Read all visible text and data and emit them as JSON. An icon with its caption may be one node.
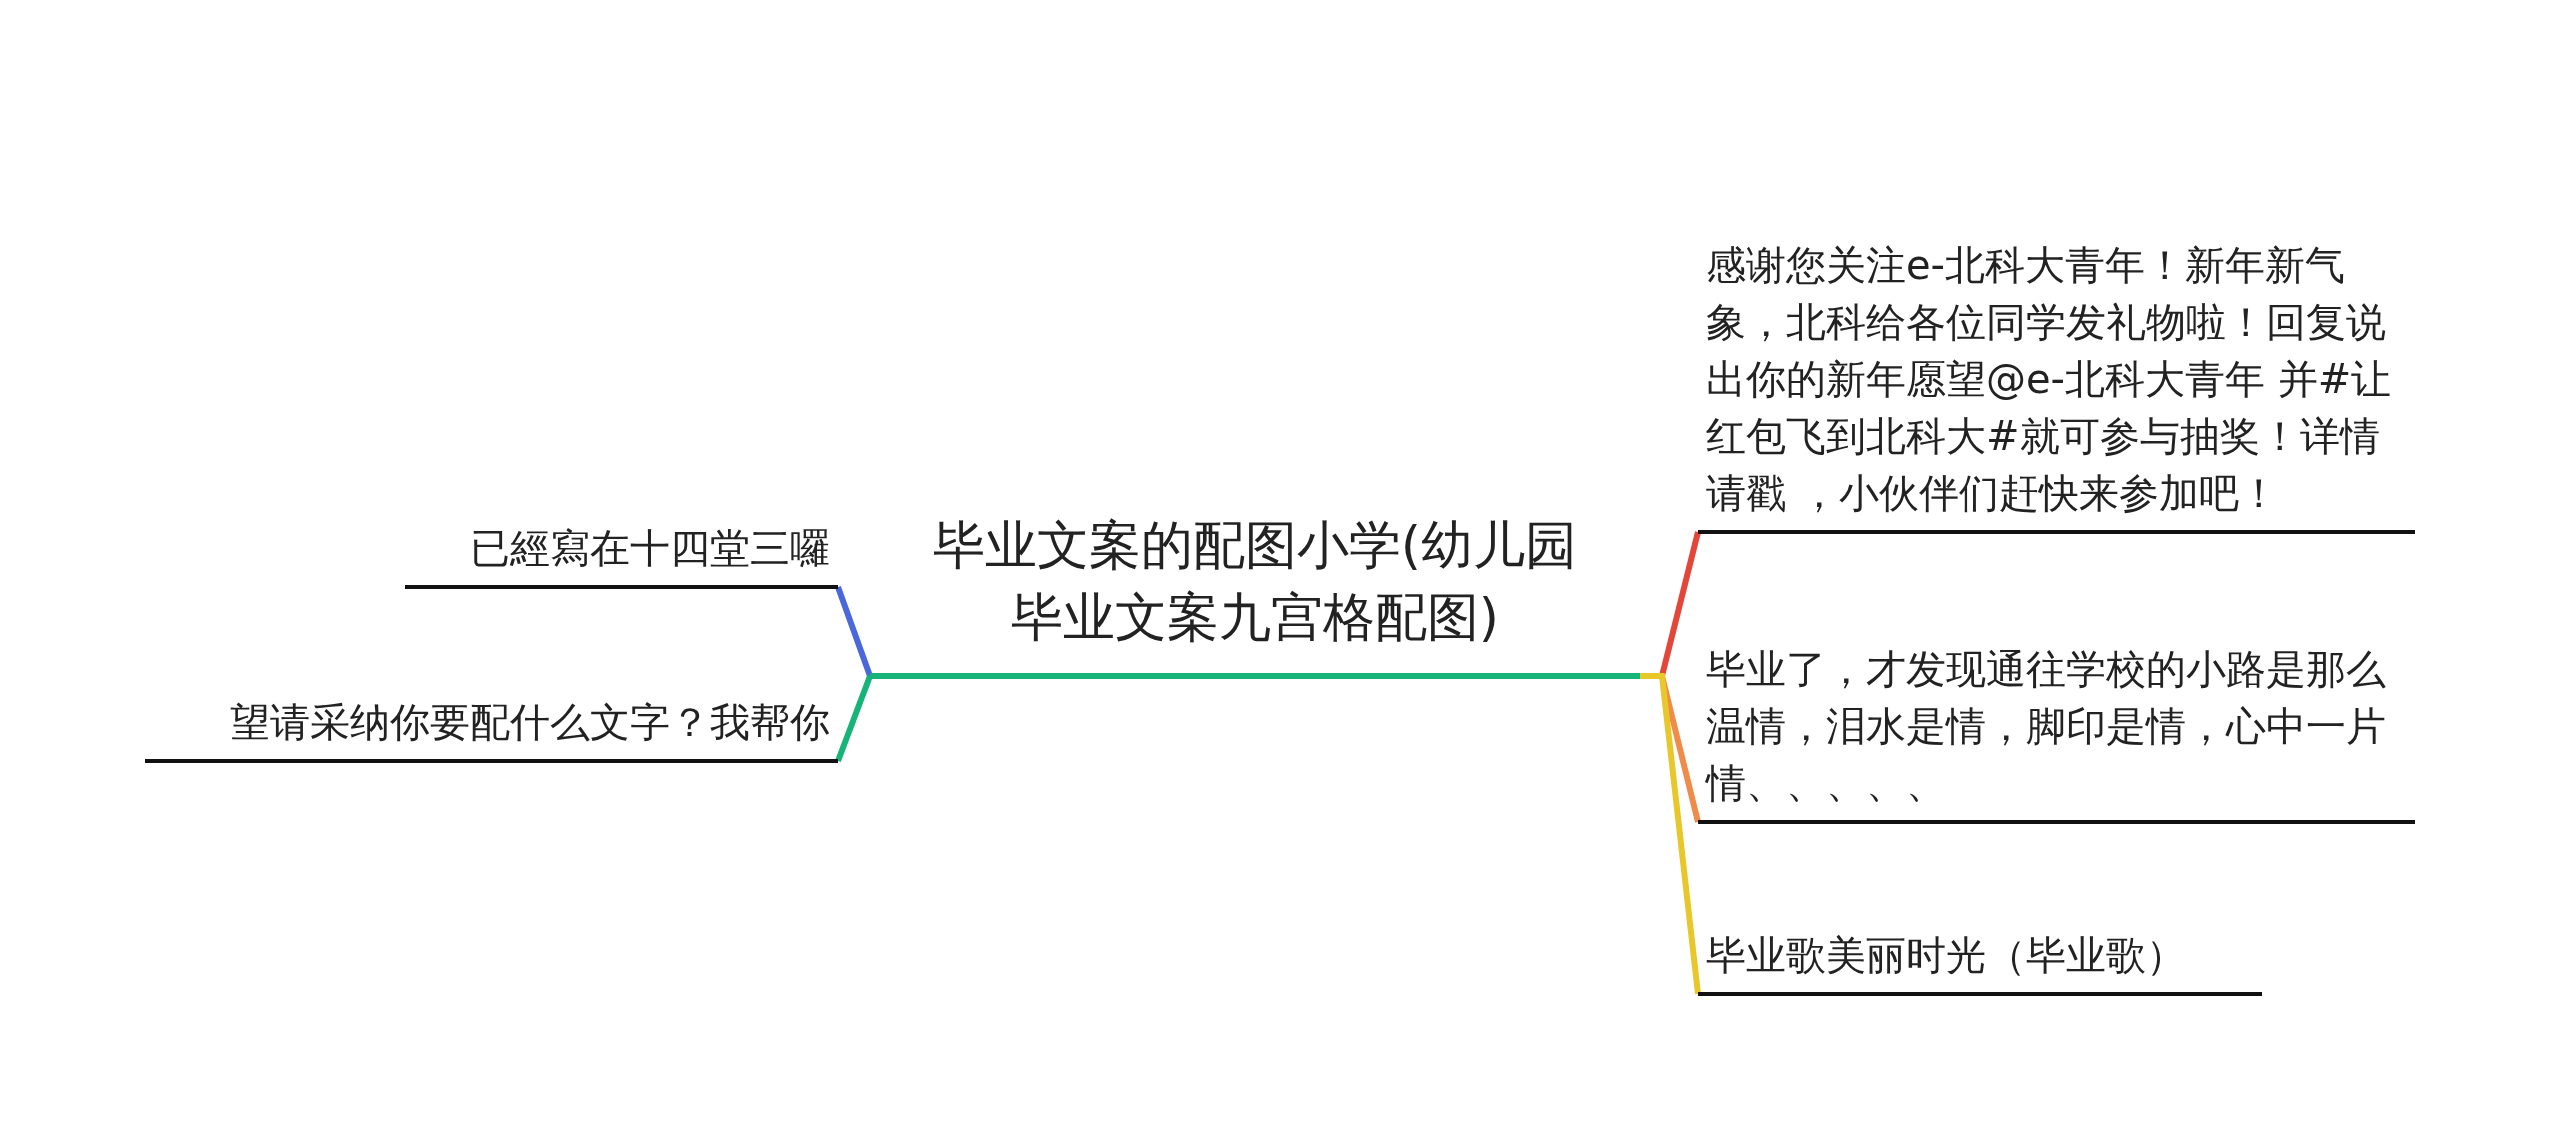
{
  "diagram": {
    "nodes": [
      {
        "text": [
          "毕业文案的配图小学(幼儿园毕业文案九宫格配图)"
        ]
      },
      {
        "text": [
          "已經寫在十四堂三囉"
        ]
      },
      {
        "text": [
          "望请采纳你要配什么文字？我帮你"
        ]
      },
      {
        "text": [
          "感谢您关注e-北科大青年！新年新气象，北科给各位同学发礼物啦！回复说出你的新年愿望@e-北科大青年 并#让红包飞到北科大#就可参与抽奖！详情请戳 ，小伙伴们赶快来参加吧！"
        ]
      },
      {
        "text": [
          "毕业了，才发现通往学校的小路是那么温情，泪水是情，脚印是情，心中一片情、、、、、"
        ]
      },
      {
        "text": [
          "毕业歌美丽时光（毕业歌）"
        ]
      }
    ],
    "edges": [
      {
        "from": 0,
        "to": 1,
        "arrow": "none",
        "color": "#4a68dc"
      },
      {
        "from": 0,
        "to": 2,
        "arrow": "none",
        "color": "#17b47a"
      },
      {
        "from": 0,
        "to": 3,
        "arrow": "none",
        "color": "#e4473a"
      },
      {
        "from": 0,
        "to": 4,
        "arrow": "none",
        "color": "#f08c4a"
      },
      {
        "from": 0,
        "to": 5,
        "arrow": "none",
        "color": "#e8c72a"
      }
    ]
  }
}
